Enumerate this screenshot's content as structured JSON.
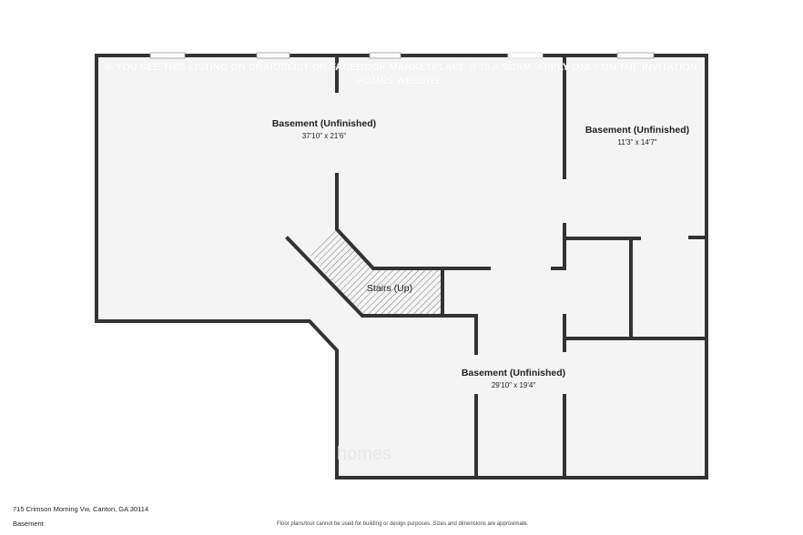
{
  "watermark": "IF YOU SEE THIS LISTING ON CRAIGSLIST OR FACEBOOK MARKETPLACE IT IS A SCAM. APPLY ONLY ON THE INVITATION HOMES WEBSITE.",
  "logo_text": "homes",
  "rooms": [
    {
      "name": "Basement (Unfinished)",
      "dims": "37'10\" x 21'6\""
    },
    {
      "name": "Basement (Unfinished)",
      "dims": "11'3\" x 14'7\""
    },
    {
      "name": "Stairs (Up)"
    },
    {
      "name": "Basement (Unfinished)",
      "dims": "29'10\" x 19'4\""
    }
  ],
  "footer": {
    "address": "715 Crimson Morning Vw, Canton, GA 30114",
    "level": "Basement",
    "disclaimer": "Floor plans/tour cannot be used for building or design purposes. Sizes and dimensions are approximate."
  },
  "colors": {
    "wall": "#333333",
    "floor": "#f4f4f4"
  }
}
